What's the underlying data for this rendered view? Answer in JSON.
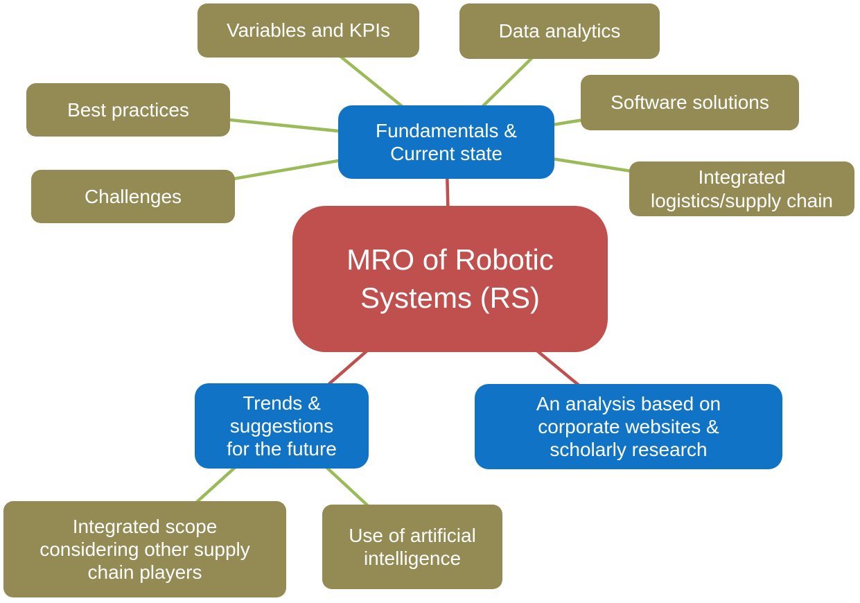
{
  "diagram": {
    "title": "MRO of Robotic Systems mind map",
    "background": "#ffffff",
    "colors": {
      "central_topic_red": "#c0504d",
      "subtopic_blue": "#1173c5",
      "leaf_olive": "#948a54",
      "connector_green": "#9bbb59",
      "connector_red": "#c0504d",
      "text": "#ffffff"
    },
    "nodes": {
      "center": {
        "label": "MRO of Robotic\nSystems (RS)"
      },
      "fundamentals": {
        "label": "Fundamentals &\nCurrent state"
      },
      "variables_kpis": {
        "label": "Variables and KPIs"
      },
      "data_analytics": {
        "label": "Data analytics"
      },
      "best_practices": {
        "label": "Best practices"
      },
      "software_solutions": {
        "label": "Software solutions"
      },
      "challenges": {
        "label": "Challenges"
      },
      "integrated_logistics": {
        "label": "Integrated\nlogistics/supply chain"
      },
      "trends": {
        "label": "Trends &\nsuggestions\nfor the future"
      },
      "analysis": {
        "label": "An analysis based on\ncorporate websites &\nscholarly research"
      },
      "integrated_scope": {
        "label": "Integrated scope\nconsidering other supply\nchain players"
      },
      "use_ai": {
        "label": "Use of artificial\nintelligence"
      }
    },
    "connections": [
      {
        "from": "fundamentals",
        "to": "variables_kpis",
        "color": "green"
      },
      {
        "from": "fundamentals",
        "to": "data_analytics",
        "color": "green"
      },
      {
        "from": "fundamentals",
        "to": "best_practices",
        "color": "green"
      },
      {
        "from": "fundamentals",
        "to": "software_solutions",
        "color": "green"
      },
      {
        "from": "fundamentals",
        "to": "challenges",
        "color": "green"
      },
      {
        "from": "fundamentals",
        "to": "integrated_logistics",
        "color": "green"
      },
      {
        "from": "center",
        "to": "fundamentals",
        "color": "red"
      },
      {
        "from": "center",
        "to": "trends",
        "color": "red"
      },
      {
        "from": "center",
        "to": "analysis",
        "color": "red"
      },
      {
        "from": "trends",
        "to": "integrated_scope",
        "color": "green"
      },
      {
        "from": "trends",
        "to": "use_ai",
        "color": "green"
      }
    ]
  }
}
